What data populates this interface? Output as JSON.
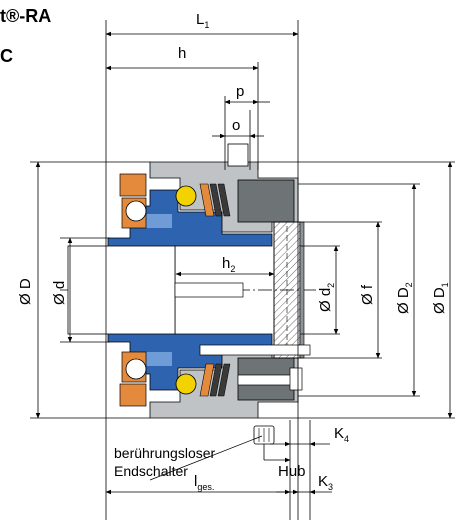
{
  "title": {
    "line1": "t®-RA",
    "line2": "C"
  },
  "dimensions": {
    "L1": {
      "main": "L",
      "sub": "1"
    },
    "h": {
      "main": "h"
    },
    "p": {
      "main": "p"
    },
    "o": {
      "main": "o"
    },
    "h2": {
      "main": "h",
      "sub": "2"
    },
    "D": {
      "main": "Ø D"
    },
    "d": {
      "main": "Ø d"
    },
    "d2": {
      "main": "Ø d",
      "sub": "2"
    },
    "f": {
      "main": "Ø f"
    },
    "D2": {
      "main": "Ø D",
      "sub": "2"
    },
    "D1": {
      "main": "Ø D",
      "sub": "1"
    },
    "K4": {
      "main": "K",
      "sub": "4"
    },
    "K3": {
      "main": "K",
      "sub": "3"
    },
    "lges": {
      "main": "l",
      "sub": "ges."
    },
    "hub": {
      "main": "Hub"
    }
  },
  "annotations": {
    "sensor_line1": "berührungsloser",
    "sensor_line2": "Endschalter"
  },
  "colors": {
    "housing_grey": "#bfc3c6",
    "housing_dark": "#8e9396",
    "hub_blue": "#2e63b0",
    "hub_blue_light": "#6f9bd6",
    "bearing_orange": "#e48a3c",
    "bearing_yellow": "#f2d200",
    "spring_dark": "#3a3a3a",
    "piston_grey": "#7b8084"
  }
}
